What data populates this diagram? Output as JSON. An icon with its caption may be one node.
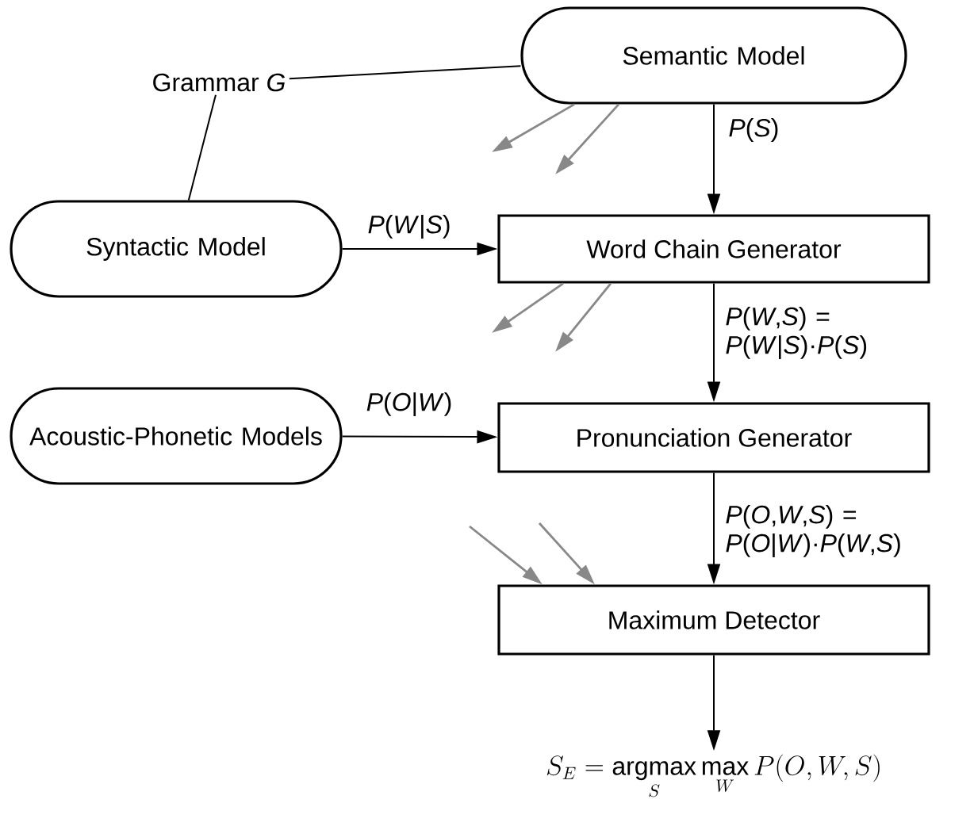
{
  "diagram": {
    "nodes": [
      {
        "text": [
          "Semantic Model"
        ]
      },
      {
        "text": [
          "Grammar *G*"
        ]
      },
      {
        "text": [
          "Syntactic Model"
        ]
      },
      {
        "text": [
          "Word Chain Generator"
        ]
      },
      {
        "text": [
          "Acoustic-Phonetic Models"
        ]
      },
      {
        "text": [
          "Pronunciation Generator"
        ]
      },
      {
        "text": [
          "Maximum Detector"
        ]
      },
      {
        "text": [
          "S_E = \\operatorname*{argmax}_S \\max_W P(O, W, S)"
        ]
      }
    ],
    "edges": [
      {
        "from": 1,
        "to": 0,
        "arrow": "none"
      },
      {
        "from": 1,
        "to": 2,
        "arrow": "none"
      },
      {
        "from": 0,
        "to": 3,
        "arrow": "to",
        "label": "*P*(*S*)"
      },
      {
        "from": 2,
        "to": 3,
        "arrow": "to",
        "label": "*P*(*W*|*S*)"
      },
      {
        "from": 3,
        "to": 5,
        "arrow": "to",
        "label": "*P*(*W*,*S*) = *P*(*W*|*S*)·*P*(*S*)"
      },
      {
        "from": 4,
        "to": 5,
        "arrow": "to",
        "label": "*P*(*O*|*W*)"
      },
      {
        "from": 5,
        "to": 6,
        "arrow": "to",
        "label": "*P*(*O*,*W*,*S*) = *P*(*O*|*W*)·*P*(*W*,*S*)"
      },
      {
        "from": 6,
        "to": 7,
        "arrow": "to"
      },
      {
        "from": 0,
        "to": null,
        "arrow": "to",
        "color": "#888888"
      },
      {
        "from": 0,
        "to": null,
        "arrow": "to",
        "color": "#888888"
      },
      {
        "from": 3,
        "to": null,
        "arrow": "to",
        "color": "#888888"
      },
      {
        "from": 3,
        "to": null,
        "arrow": "to",
        "color": "#888888"
      },
      {
        "from": null,
        "to": 6,
        "arrow": "to",
        "color": "#888888"
      },
      {
        "from": null,
        "to": 6,
        "arrow": "to",
        "color": "#888888"
      }
    ]
  }
}
